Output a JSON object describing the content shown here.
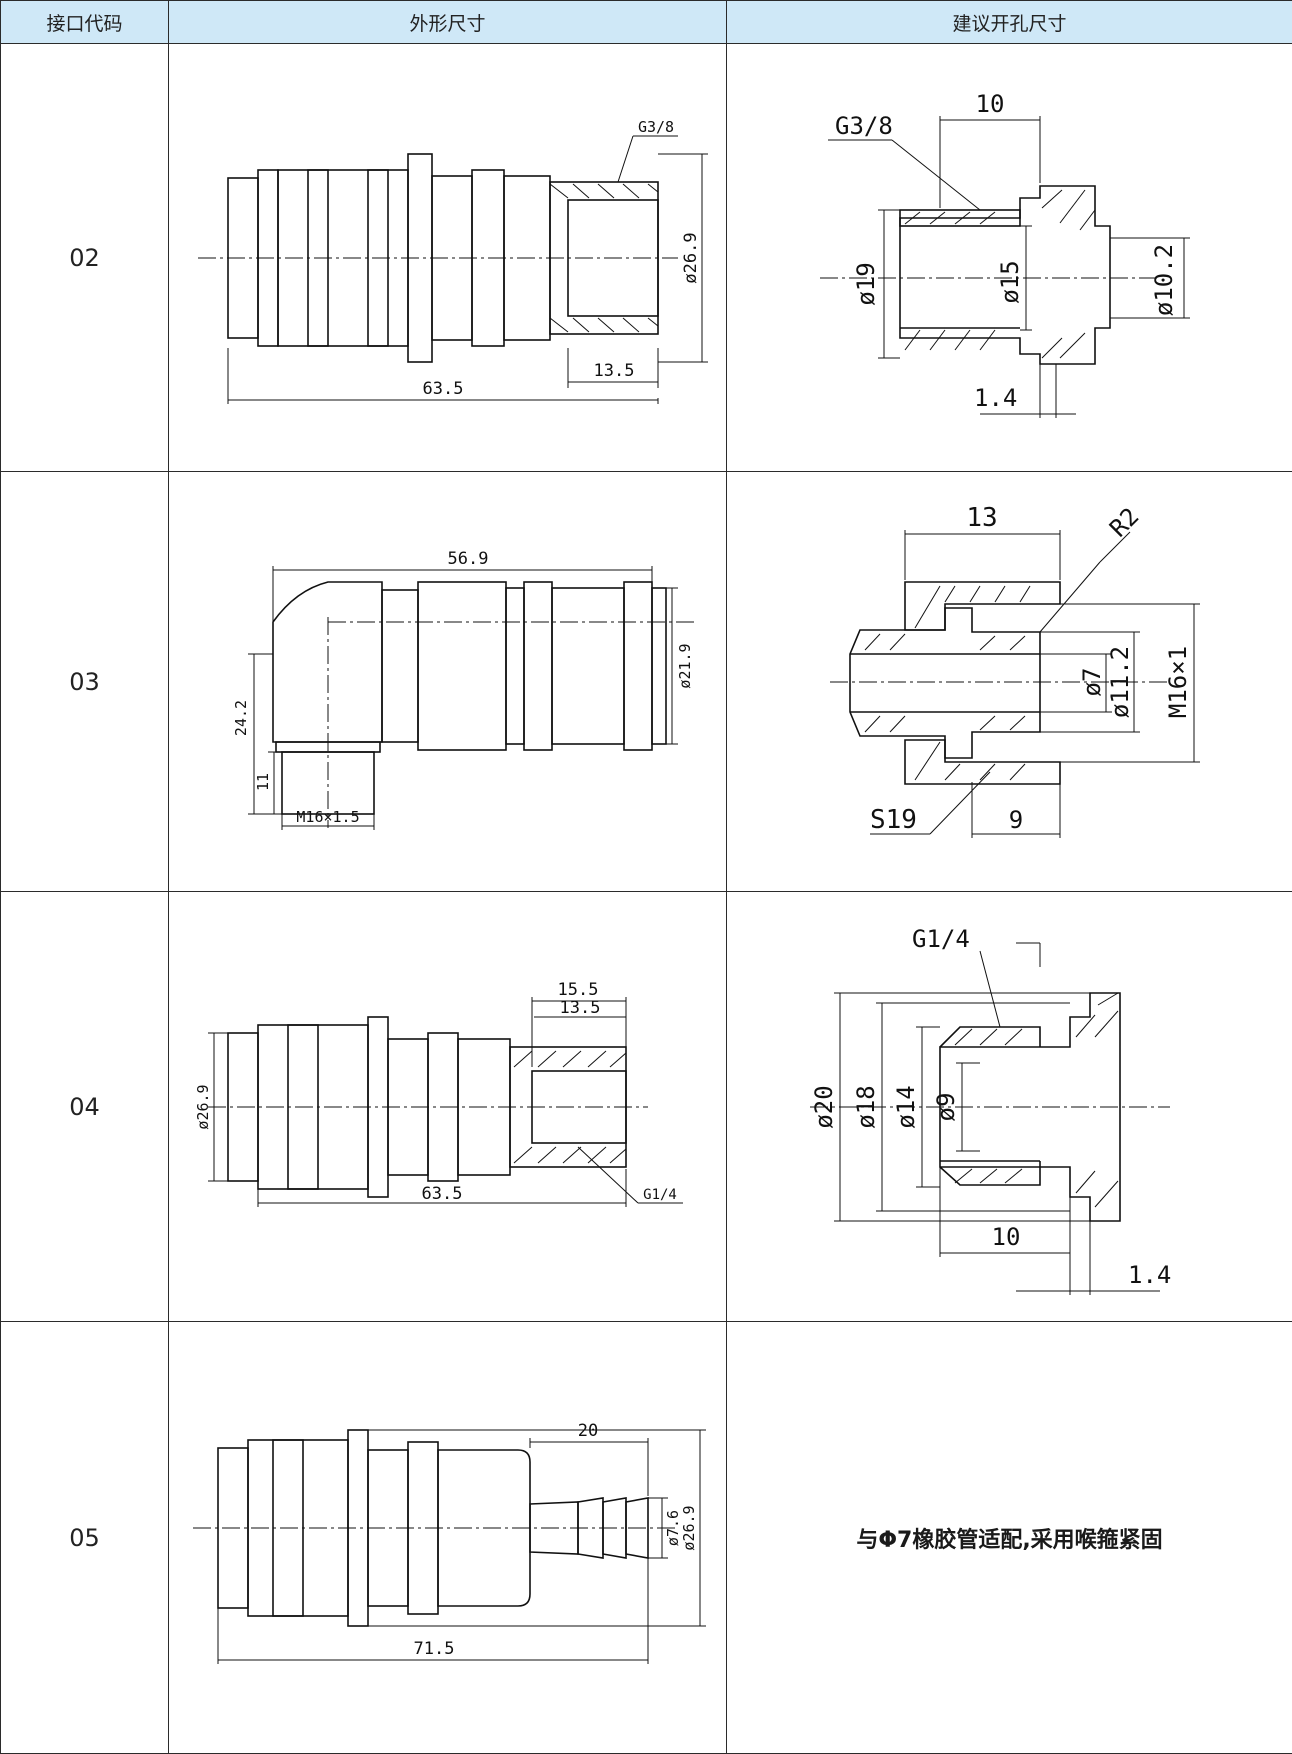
{
  "headers": {
    "code": "接口代码",
    "outline": "外形尺寸",
    "opening": "建议开孔尺寸"
  },
  "rows": [
    {
      "code": "02",
      "outline": {
        "thread": "G3/8",
        "diameter": "ø26.9",
        "thread_len": "13.5",
        "length": "63.5"
      },
      "opening": {
        "thread": "G3/8",
        "depth": "10",
        "d_outer": "ø19",
        "d_mid": "ø15",
        "d_inner": "ø10.2",
        "step": "1.4"
      }
    },
    {
      "code": "03",
      "outline": {
        "length": "56.9",
        "diameter": "ø21.9",
        "height": "24.2",
        "thread_len": "11",
        "thread": "M16×1.5"
      },
      "opening": {
        "depth": "13",
        "radius": "R2",
        "d_small": "ø7",
        "d_mid": "ø11.2",
        "thread": "M16×1",
        "hex": "S19",
        "depth2": "9"
      }
    },
    {
      "code": "04",
      "outline": {
        "len_a": "15.5",
        "len_b": "13.5",
        "diameter": "ø26.9",
        "length": "63.5",
        "thread": "G1/4"
      },
      "opening": {
        "thread": "G1/4",
        "d1": "ø20",
        "d2": "ø18",
        "d3": "ø14",
        "d4": "ø9",
        "depth": "10",
        "step": "1.4"
      }
    },
    {
      "code": "05",
      "outline": {
        "barb_len": "20",
        "d_barb": "ø7.6",
        "diameter": "ø26.9",
        "length": "71.5"
      },
      "opening_note": "与Φ7橡胶管适配,采用喉箍紧固"
    }
  ]
}
